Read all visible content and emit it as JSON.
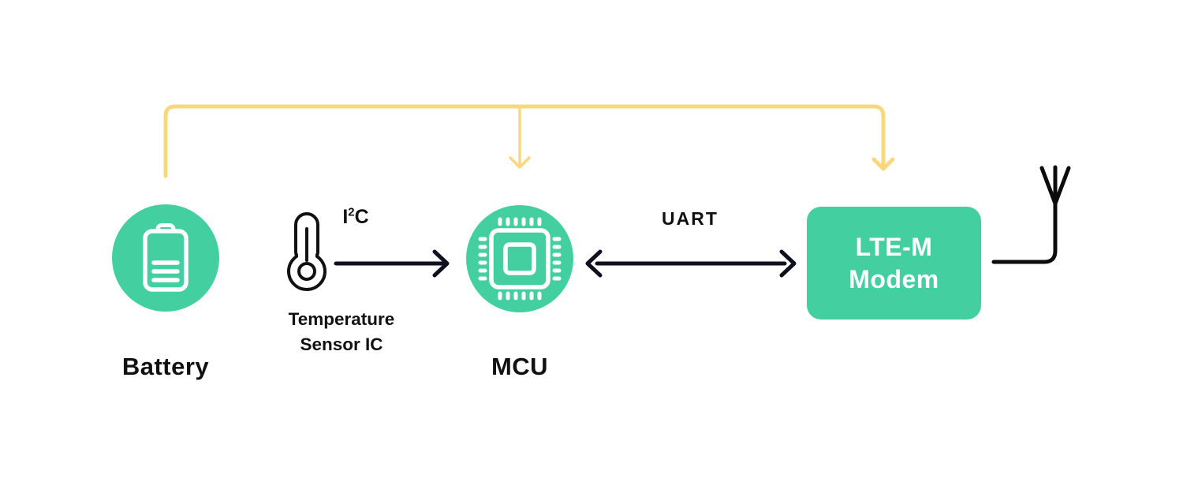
{
  "diagram": {
    "description": "Embedded IoT block diagram: battery powers MCU and LTE-M modem; temperature sensor connects to MCU over I2C; MCU connects to LTE-M modem over UART; modem has antenna",
    "colors": {
      "node_green": "#43CFA0",
      "power_yellow": "#F8D87D",
      "bus_dark": "#10101F",
      "text_dark": "#111111",
      "icon_white": "#FFFFFF"
    },
    "battery": {
      "label": "Battery"
    },
    "temp_sensor": {
      "label_line1": "Temperature",
      "label_line2": "Sensor IC"
    },
    "mcu": {
      "label": "MCU"
    },
    "modem": {
      "label_line1": "LTE-M",
      "label_line2": "Modem"
    },
    "buses": {
      "i2c": {
        "base": "I",
        "sup": "2",
        "end": "C"
      },
      "uart": {
        "label": "UART"
      }
    }
  }
}
